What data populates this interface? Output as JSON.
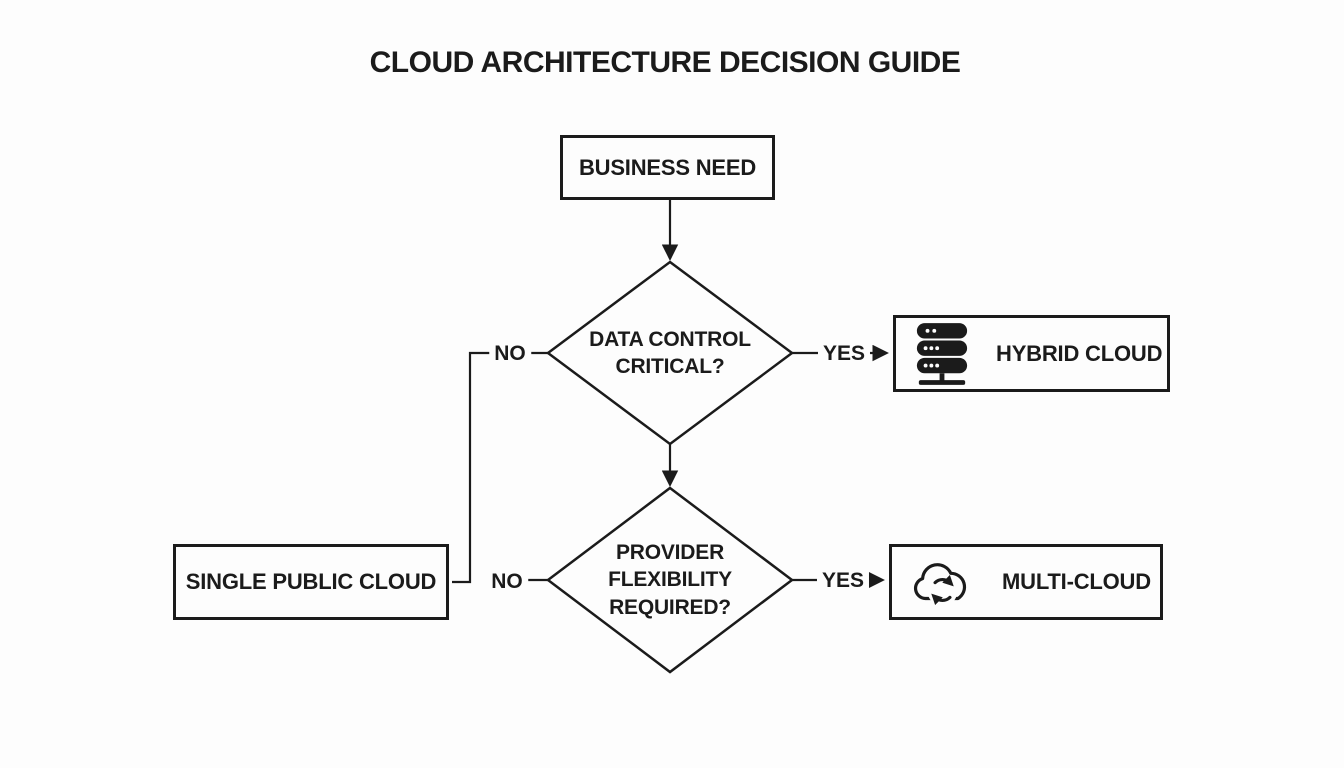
{
  "title": "CLOUD ARCHITECTURE DECISION GUIDE",
  "colors": {
    "background": "#fdfdfd",
    "ink": "#1b1b1b"
  },
  "flowchart": {
    "start": {
      "label": "BUSINESS NEED"
    },
    "decisions": [
      {
        "label": "DATA CONTROL CRITICAL?",
        "yes_label": "YES",
        "no_label": "NO"
      },
      {
        "label": "PROVIDER FLEXIBILITY REQUIRED?",
        "yes_label": "YES",
        "no_label": "NO"
      }
    ],
    "outcomes": [
      {
        "label": "HYBRID CLOUD",
        "icon": "database-server-icon"
      },
      {
        "label": "MULTI-CLOUD",
        "icon": "cloud-sync-icon"
      },
      {
        "label": "SINGLE PUBLIC CLOUD",
        "icon": null
      }
    ]
  }
}
